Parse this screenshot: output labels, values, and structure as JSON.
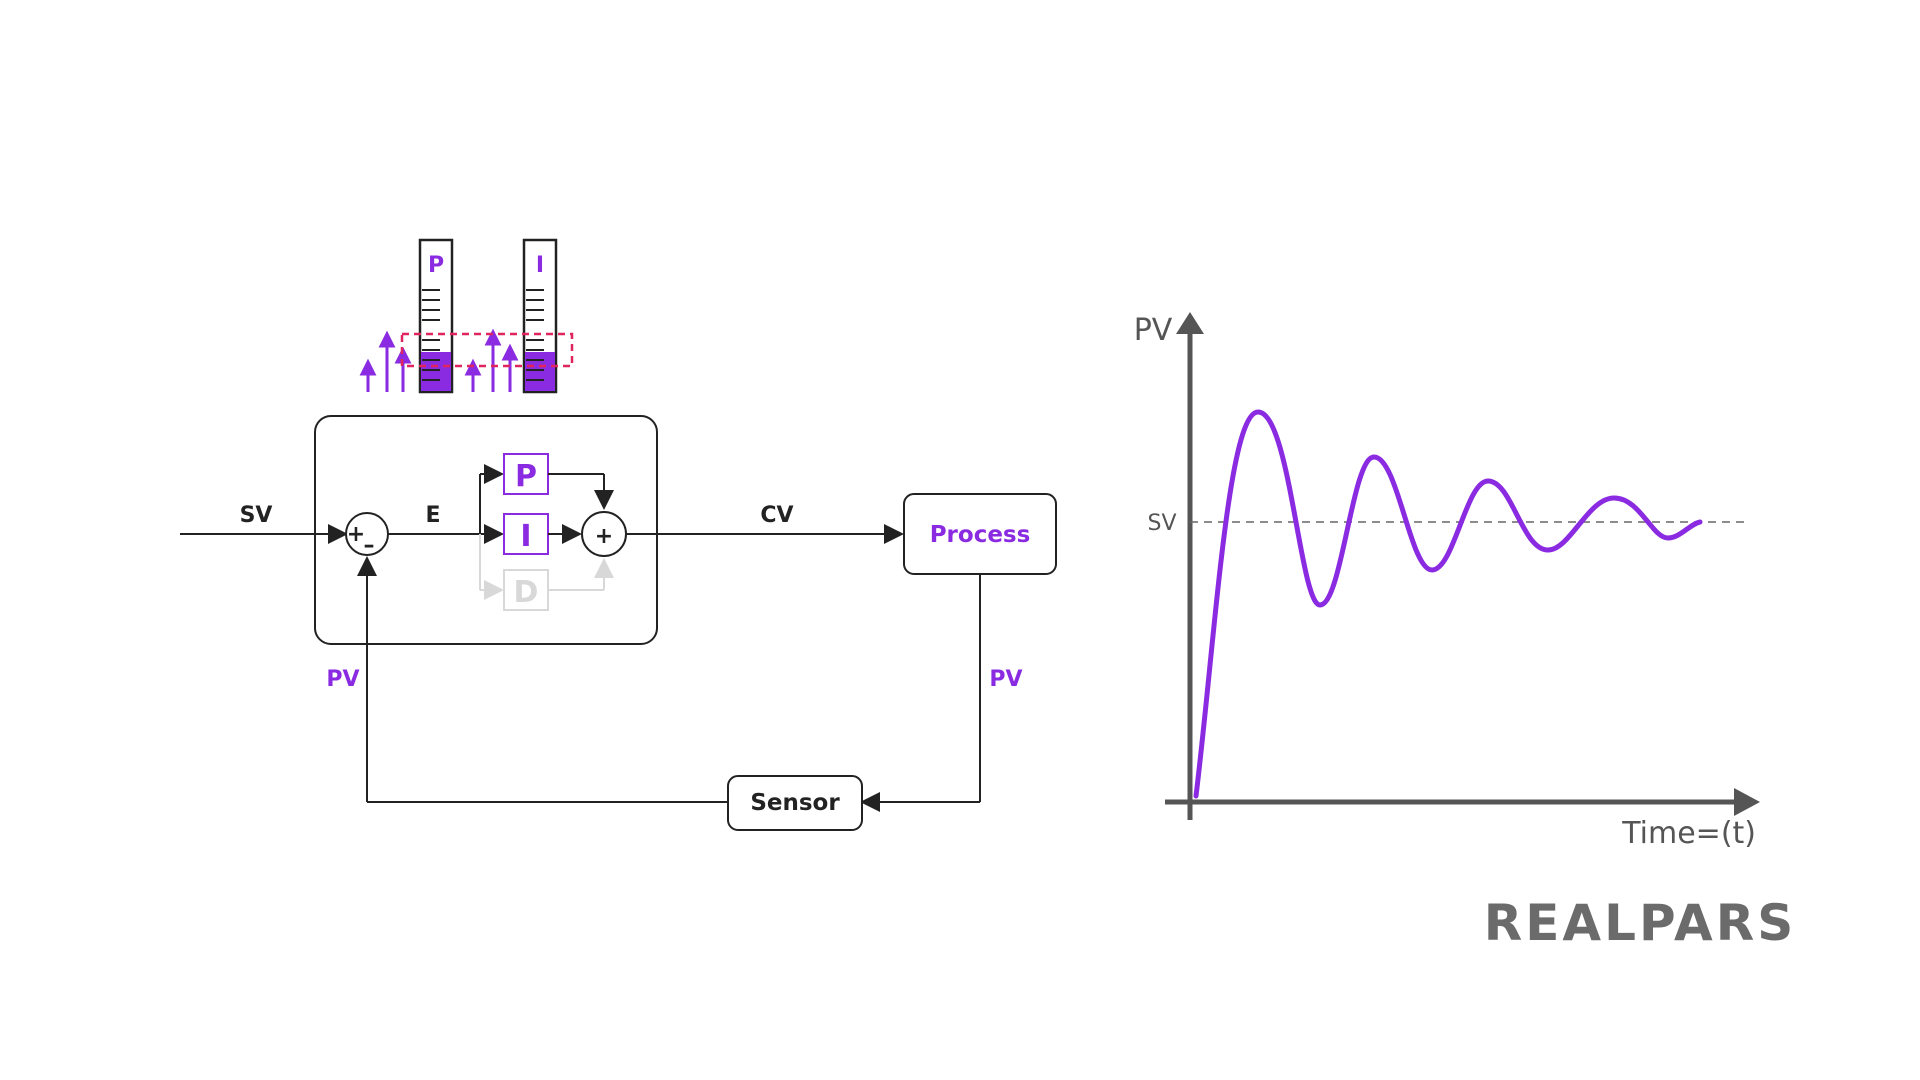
{
  "diagram": {
    "signals": {
      "sv": "SV",
      "error": "E",
      "cv": "CV",
      "pv_feedback": "PV",
      "pv_output": "PV"
    },
    "blocks": {
      "p": "P",
      "i": "I",
      "d": "D",
      "process": "Process",
      "sensor": "Sensor"
    },
    "summing_junction_signs": {
      "plus": "+",
      "minus": "–",
      "adder": "+"
    },
    "gauges": [
      {
        "label": "P",
        "level": 0.35
      },
      {
        "label": "I",
        "level": 0.35
      }
    ]
  },
  "chart_data": {
    "type": "line",
    "ylabel": "PV",
    "xlabel": "Time=(t)",
    "reference_line": {
      "label": "SV",
      "style": "dashed"
    },
    "series": [
      {
        "color": "#8a2be2",
        "description_points": [
          [
            0,
            0.0
          ],
          [
            1,
            1.45
          ],
          [
            2,
            0.65
          ],
          [
            3,
            1.22
          ],
          [
            4,
            0.8
          ],
          [
            5,
            1.1
          ],
          [
            6,
            0.93
          ],
          [
            7,
            1.06
          ],
          [
            8,
            0.98
          ],
          [
            9,
            1.0
          ]
        ]
      }
    ]
  },
  "branding": {
    "logo": "REALPARS"
  },
  "colors": {
    "accent": "#8a2be2",
    "line": "#222222",
    "axis": "#555555",
    "dash": "#e0245e",
    "disabled": "#d8d8d8"
  }
}
